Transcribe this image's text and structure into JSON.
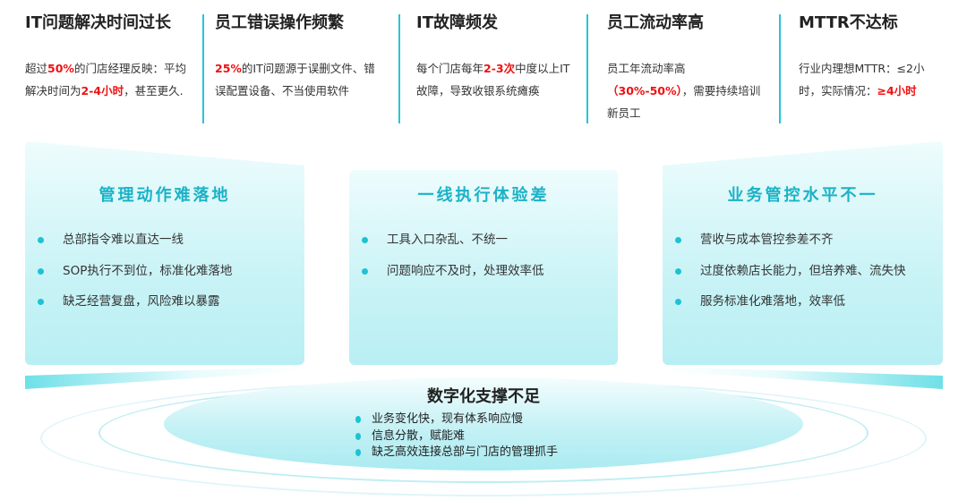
{
  "top_columns": [
    {
      "title": "IT问题解决时间过长",
      "body": [
        {
          "t": "超过"
        },
        {
          "t": "50%",
          "hl": true
        },
        {
          "t": "的门店经理反映：平均解决时间为"
        },
        {
          "t": "2-4小时",
          "hl": true
        },
        {
          "t": "，甚至更久."
        }
      ]
    },
    {
      "title": "员工错误操作频繁",
      "body": [
        {
          "t": "25%",
          "hl": true
        },
        {
          "t": "的IT问题源于误删文件、错误配置设备、不当使用软件"
        }
      ]
    },
    {
      "title": "IT故障频发",
      "body": [
        {
          "t": "每个门店每年"
        },
        {
          "t": "2-3次",
          "hl": true
        },
        {
          "t": "中度以上IT故障，导致收银系统瘫痪"
        }
      ]
    },
    {
      "title": "员工流动率高",
      "body": [
        {
          "t": "员工年流动率高"
        },
        {
          "t": "（30%-50%）",
          "hl": true
        },
        {
          "t": "，需要持续培训新员工"
        }
      ]
    },
    {
      "title": "MTTR不达标",
      "body": [
        {
          "t": "行业内理想MTTR：≤2小时，实际情况："
        },
        {
          "t": "≥4小时",
          "hl": true
        }
      ]
    }
  ],
  "cards": [
    {
      "title": "管理动作难落地",
      "items": [
        "总部指令难以直达一线",
        "SOP执行不到位，标准化难落地",
        "缺乏经营复盘，风险难以暴露"
      ]
    },
    {
      "title": "一线执行体验差",
      "items": [
        "工具入口杂乱、不统一",
        "问题响应不及时，处理效率低"
      ]
    },
    {
      "title": "业务管控水平不一",
      "items": [
        "营收与成本管控参差不齐",
        "过度依赖店长能力，但培养难、流失快",
        "服务标准化难落地，效率低"
      ]
    }
  ],
  "bottom": {
    "title": "数字化支撑不足",
    "items": [
      "业务变化快，现有体系响应慢",
      "信息分散，赋能难",
      "缺乏高效连接总部与门店的管理抓手"
    ]
  },
  "colors": {
    "accent": "#1ab2c6",
    "highlight": "#f01010"
  }
}
